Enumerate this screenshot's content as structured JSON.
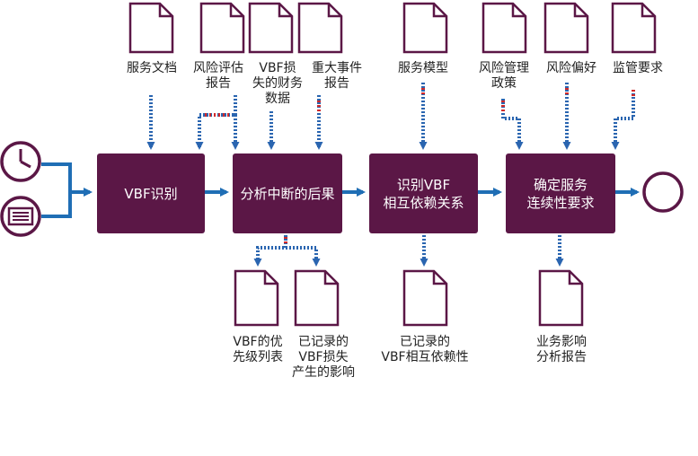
{
  "colors": {
    "process_fill": "#5b1746",
    "arrow_solid": "#1f6eb5",
    "arrow_dotted": "#2a65b0",
    "dotted_red_accent": "#d02a2a",
    "icon_stroke": "#5b1746"
  },
  "inputs": [
    {
      "id": "clock",
      "icon": "clock-icon"
    },
    {
      "id": "list",
      "icon": "list-icon"
    }
  ],
  "processes": [
    {
      "id": "p1",
      "label": "VBF识别"
    },
    {
      "id": "p2",
      "label": "分析中断的后果"
    },
    {
      "id": "p3",
      "label": "识别VBF\n相互依赖关系"
    },
    {
      "id": "p4",
      "label": "确定服务\n连续性要求"
    }
  ],
  "top_documents": [
    {
      "id": "t1",
      "label": "服务文档"
    },
    {
      "id": "t2",
      "label": "风险评估\n报告"
    },
    {
      "id": "t3",
      "label": "VBF损\n失的财务\n数据"
    },
    {
      "id": "t4",
      "label": "重大事件\n报告"
    },
    {
      "id": "t5",
      "label": "服务模型"
    },
    {
      "id": "t6",
      "label": "风险管理\n政策"
    },
    {
      "id": "t7",
      "label": "风险偏好"
    },
    {
      "id": "t8",
      "label": "监管要求"
    }
  ],
  "bottom_documents": [
    {
      "id": "b1",
      "label": "VBF的优\n先级列表"
    },
    {
      "id": "b2",
      "label": "已记录的\nVBF损失\n产生的影响"
    },
    {
      "id": "b3",
      "label": "已记录的\nVBF相互依赖性"
    },
    {
      "id": "b4",
      "label": "业务影响\n分析报告"
    }
  ],
  "end_marker": {
    "icon": "end-circle-icon"
  }
}
